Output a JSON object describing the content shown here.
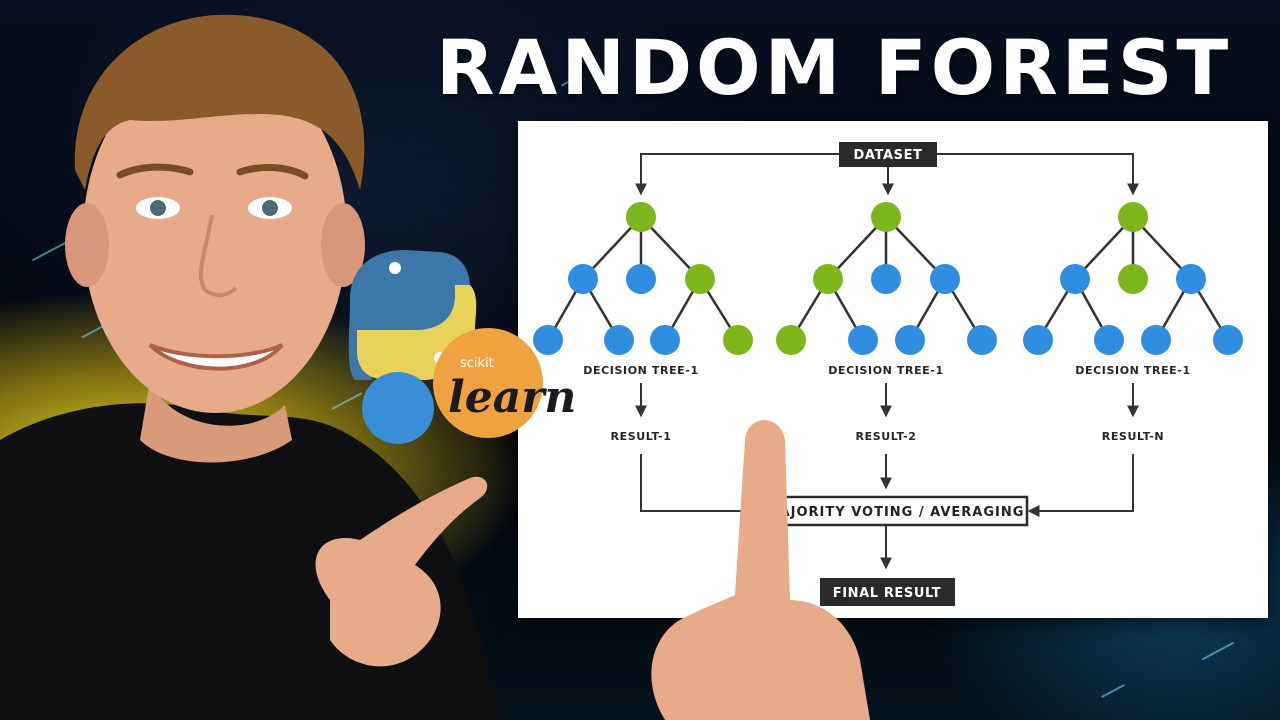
{
  "title": "RANDOM FOREST",
  "diagram": {
    "dataset_label": "DATASET",
    "trees": [
      {
        "label": "DECISION TREE-1",
        "result": "RESULT-1"
      },
      {
        "label": "DECISION TREE-1",
        "result": "RESULT-2"
      },
      {
        "label": "DECISION TREE-1",
        "result": "RESULT-N"
      }
    ],
    "aggregation_label": "AJORITY VOTING / AVERAGING",
    "final_label": "FINAL RESULT",
    "colors": {
      "green": "#7cb81c",
      "blue": "#2f8ee0",
      "dark_box": "#2a2a2a",
      "arrow": "#333333"
    }
  },
  "logos": {
    "python": "python-logo",
    "sklearn_small": "scikit",
    "sklearn_large": "learn"
  }
}
